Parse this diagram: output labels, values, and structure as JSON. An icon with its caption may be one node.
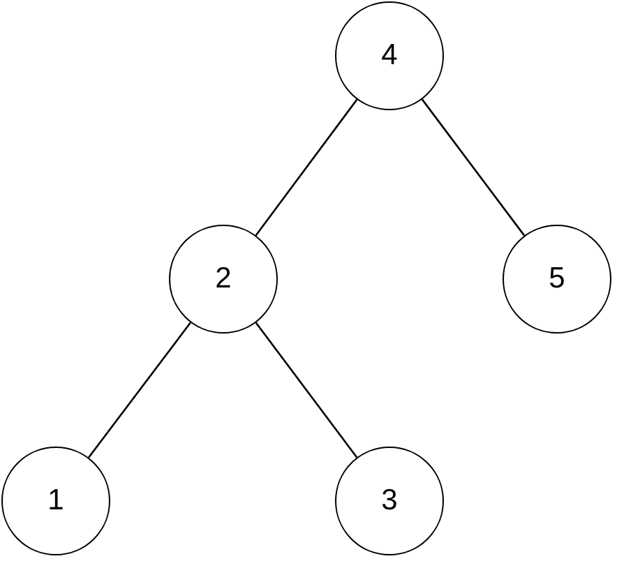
{
  "diagram": {
    "nodes": [
      {
        "text": [
          "4"
        ]
      },
      {
        "text": [
          "2"
        ]
      },
      {
        "text": [
          "5"
        ]
      },
      {
        "text": [
          "1"
        ]
      },
      {
        "text": [
          "3"
        ]
      }
    ],
    "edges": [
      {
        "from": 0,
        "to": 1,
        "arrow": "none"
      },
      {
        "from": 0,
        "to": 2,
        "arrow": "none"
      },
      {
        "from": 1,
        "to": 3,
        "arrow": "none"
      },
      {
        "from": 1,
        "to": 4,
        "arrow": "none"
      }
    ]
  }
}
